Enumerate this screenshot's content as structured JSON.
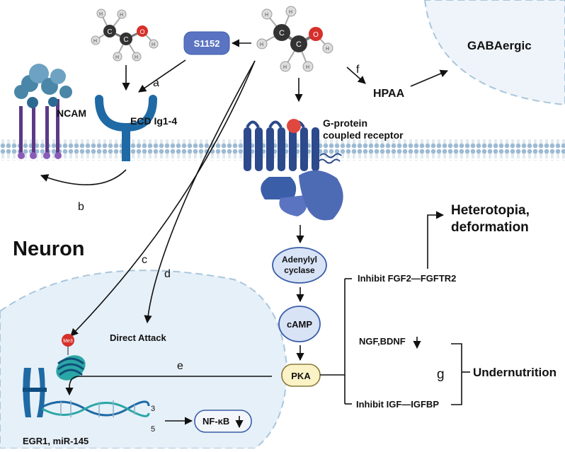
{
  "nodes": {
    "s1152": "S1152",
    "gabaergic": "GABAergic",
    "hpaa": "HPAA",
    "gpcr_line1": "G-protein",
    "gpcr_line2": "coupled receptor",
    "ncam": "NCAM",
    "ecd": "ECD Ig1-4",
    "neuron": "Neuron",
    "adenylyl_line1": "Adenylyl",
    "adenylyl_line2": "cyclase",
    "camp": "cAMP",
    "pka": "PKA",
    "direct_attack": "Direct Attack",
    "me3": "Me3",
    "egr1": "EGR1, miR-145",
    "nfkb": "NF-κB",
    "strand_3": "3",
    "strand_5": "5",
    "inhibit_fgf": "Inhibit FGF2—FGFTR2",
    "ngf": "NGF,BDNF",
    "inhibit_igf": "Inhibit IGF—IGFBP",
    "hetero_line1": "Heterotopia,",
    "hetero_line2": "deformation",
    "undernutrition": "Undernutrition",
    "atom_c": "C",
    "atom_h": "H",
    "atom_o": "O"
  },
  "labels": {
    "a": "a",
    "b": "b",
    "c": "c",
    "d": "d",
    "e": "e",
    "f": "f",
    "g": "g"
  },
  "colors": {
    "membrane": "#8fb0cc",
    "receptor": "#2c4a8c",
    "s1152_fill": "#5b74c2",
    "node_fill": "#d8e3f6",
    "node_stroke": "#3a5ea8",
    "pka_fill": "#fbf3c6",
    "nucleus": "#e6f0f8",
    "ncam_purple": "#5c3a86",
    "ncam_ball": "#4a86a8",
    "chromosome": "#1f6aa5",
    "dna_teal": "#2aa6a6",
    "oxygen": "#d6302a",
    "carbon": "#333333"
  }
}
